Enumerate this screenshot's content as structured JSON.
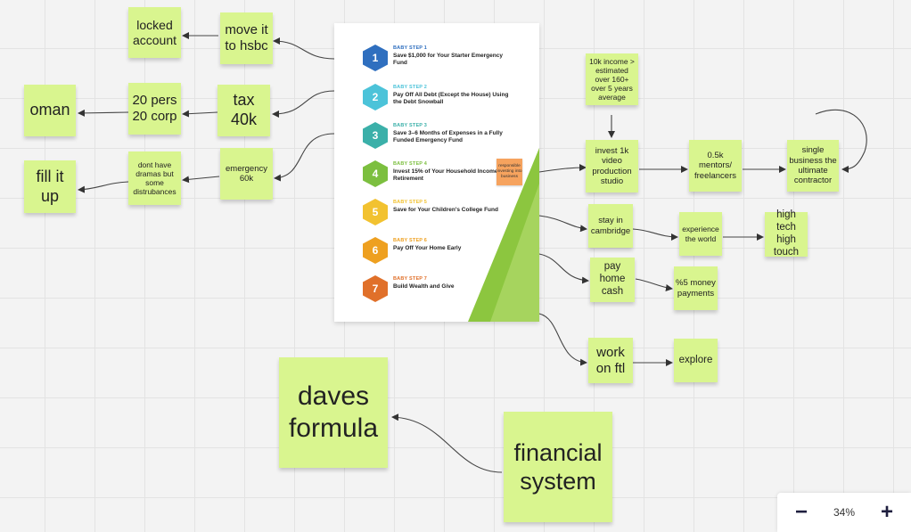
{
  "notes": {
    "locked_account": "locked account",
    "move_it_to_hsbc": "move it to hsbc",
    "oman": "oman",
    "pers_corp": "20 pers 20 corp",
    "tax_40k": "tax 40k",
    "fill_it_up": "fill it up",
    "dont_have_dramas": "dont have dramas but some distrubances",
    "emergency_60k": "emergency 60k",
    "income_estimate": "10k income > estimated over 160+ over 5 years average",
    "invest_1k": "invest 1k video production studio",
    "mentors": "0.5k mentors/ freelancers",
    "single_business": "single business the ultimate contractor",
    "stay_in_cambridge": "stay in cambridge",
    "experience_world": "experience the world",
    "high_tech": "high tech high touch",
    "pay_home_cash": "pay home cash",
    "money_payments": "%5 money payments",
    "work_on_ftl": "work on ftl",
    "explore": "explore",
    "daves_formula": "daves formula",
    "financial_system": "financial system"
  },
  "baby_steps": {
    "steps": [
      {
        "num": "1",
        "label": "BABY STEP 1",
        "text": "Save $1,000 for Your Starter Emergency Fund",
        "color": "#2f6fbf"
      },
      {
        "num": "2",
        "label": "BABY STEP 2",
        "text": "Pay Off All Debt (Except the House) Using the Debt Snowball",
        "color": "#4cc3d9"
      },
      {
        "num": "3",
        "label": "BABY STEP 3",
        "text": "Save 3–6 Months of Expenses in a Fully Funded Emergency Fund",
        "color": "#3bb0a9"
      },
      {
        "num": "4",
        "label": "BABY STEP 4",
        "text": "Invest 15% of Your Household Income in Retirement",
        "color": "#7cbf3f"
      },
      {
        "num": "5",
        "label": "BABY STEP 5",
        "text": "Save for Your Children's College Fund",
        "color": "#f2c230"
      },
      {
        "num": "6",
        "label": "BABY STEP 6",
        "text": "Pay Off Your Home Early",
        "color": "#eea020"
      },
      {
        "num": "7",
        "label": "BABY STEP 7",
        "text": "Build Wealth and Give",
        "color": "#e0702a"
      }
    ],
    "orange_note": "responsible investing into business",
    "accent_color": "#8cc63f"
  },
  "zoom": {
    "minus": "−",
    "level": "34%",
    "plus": "+"
  },
  "colors": {
    "sticky": "#d9f58f",
    "orange_sticky": "#f6a35e",
    "connector": "#333333"
  }
}
